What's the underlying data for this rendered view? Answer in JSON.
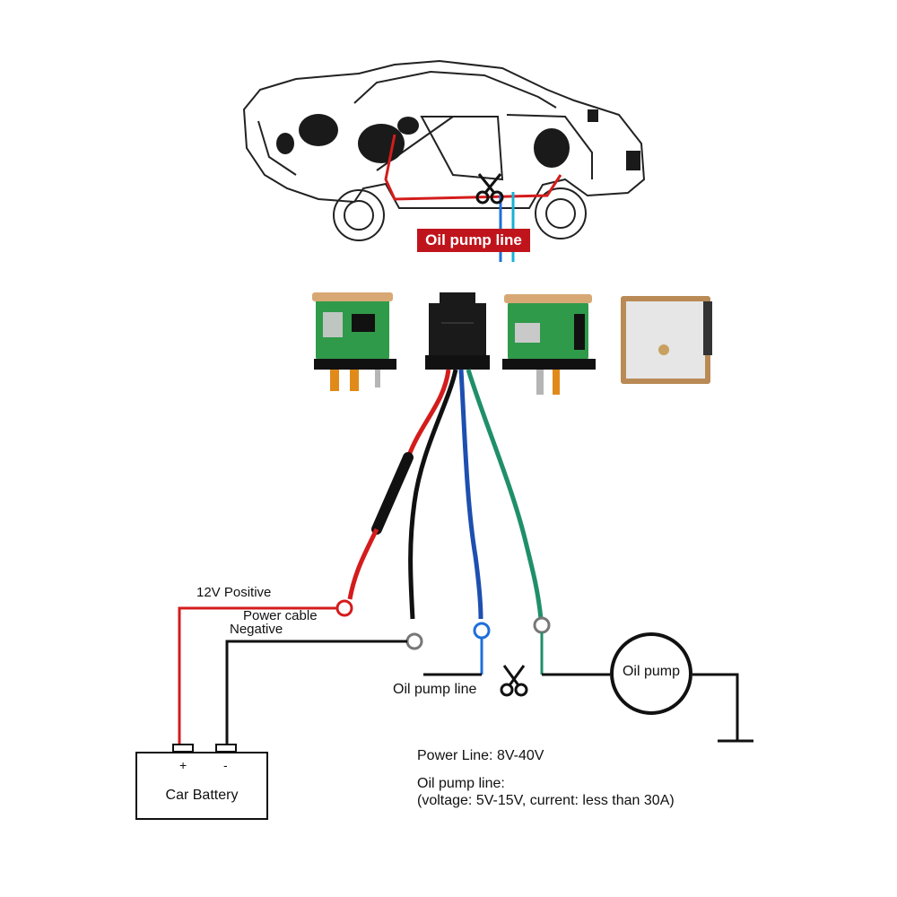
{
  "car": {
    "oil_pump_line_label": "Oil pump line"
  },
  "wiring": {
    "positive_label": "12V Positive",
    "power_cable_label": "Power cable",
    "negative_label": "Negative",
    "oil_pump_line_label": "Oil pump line",
    "oil_pump_label": "Oil pump"
  },
  "battery": {
    "label": "Car Battery",
    "plus": "+",
    "minus": "-"
  },
  "specs": {
    "power_line": "Power Line: 8V-40V",
    "oil_pump_title": "Oil pump line:",
    "oil_pump_detail": "(voltage: 5V-15V, current: less than 30A)"
  },
  "colors": {
    "red": "#d41c1c",
    "black": "#111111",
    "blue": "#1e6fd9",
    "green": "#1f8f6a",
    "label_bg": "#c0141c"
  },
  "icons": [
    "scissors-icon",
    "scissors-icon"
  ]
}
